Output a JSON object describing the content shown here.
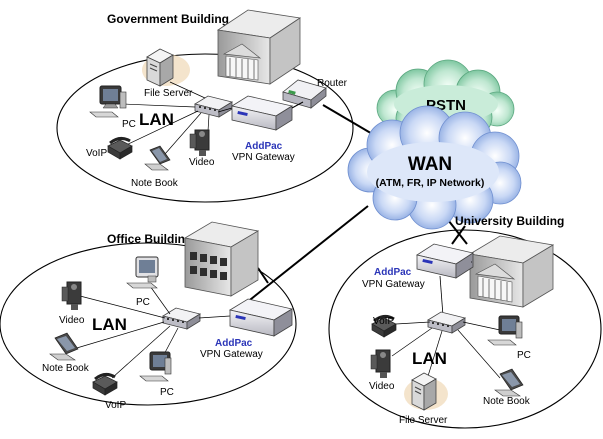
{
  "buildings": {
    "government": "Government Building",
    "office": "Office Building",
    "university": "University Building"
  },
  "clouds": {
    "pstn": "PSTN",
    "wan": "WAN",
    "wan_sub": "(ATM, FR, IP Network)"
  },
  "lans": {
    "government": "LAN",
    "office": "LAN",
    "university": "LAN"
  },
  "gateways": {
    "government": {
      "brand": "AddPac",
      "label": "VPN Gateway"
    },
    "office": {
      "brand": "AddPac",
      "label": "VPN Gateway"
    },
    "university": {
      "brand": "AddPac",
      "label": "VPN Gateway"
    }
  },
  "devices": {
    "gov_router": "Router",
    "gov_file_server": "File Server",
    "gov_pc": "PC",
    "gov_voip": "VoIP",
    "gov_notebook": "Note Book",
    "gov_video": "Video",
    "off_video": "Video",
    "off_pc1": "PC",
    "off_notebook": "Note Book",
    "off_voip": "VoIP",
    "off_pc2": "PC",
    "uni_voip": "VoIP",
    "uni_pc": "PC",
    "uni_video": "Video",
    "uni_file_server": "File Server",
    "uni_notebook": "Note Book"
  },
  "colors": {
    "brand": "#2b35b8",
    "wan_cloud": "#9ab6e8",
    "pstn_cloud": "#8fcfb0",
    "building": "#d6d6d6",
    "device_body": "#e6e6ea",
    "device_dark": "#2a2a2a",
    "line": "#000000"
  }
}
